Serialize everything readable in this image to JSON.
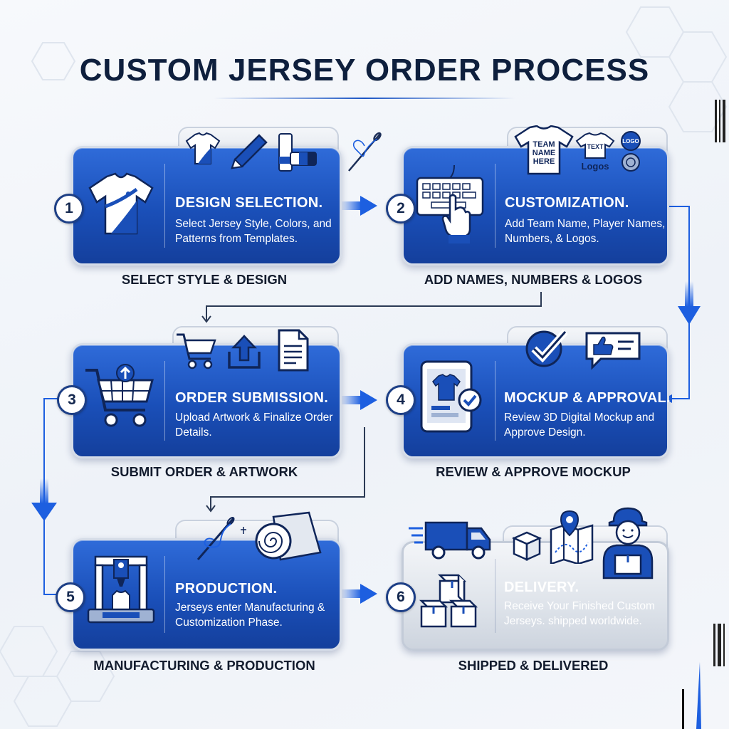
{
  "title": "CUSTOM JERSEY ORDER PROCESS",
  "steps": [
    {
      "number": "1",
      "title": "DESIGN SELECTION.",
      "description": "Select Jersey Style, Colors, and Patterns from Templates.",
      "caption": "SELECT STYLE & DESIGN",
      "icons": [
        "jersey-icon",
        "pencil-icon",
        "color-swatch-icon"
      ]
    },
    {
      "number": "2",
      "title": "CUSTOMIZATION.",
      "description": "Add Team Name, Player Names, Numbers, & Logos.",
      "caption": "ADD NAMES, NUMBERS & LOGOS",
      "icons": [
        "keyboard-icon",
        "team-name-shirt-icon",
        "text-logos-shirt-icon",
        "logo-badge-icon"
      ],
      "shirt_texts": {
        "team_name": [
          "TEAM",
          "NAME",
          "HERE"
        ],
        "text": "TEXT",
        "logos": "Logos",
        "badge": "LOGO"
      }
    },
    {
      "number": "3",
      "title": "ORDER SUBMISSION.",
      "description": "Upload Artwork & Finalize Order Details.",
      "caption": "SUBMIT ORDER & ARTWORK",
      "icons": [
        "cart-icon",
        "upload-icon",
        "document-icon"
      ]
    },
    {
      "number": "4",
      "title": "MOCKUP & APPROVAL.",
      "description": "Review 3D Digital Mockup and Approve Design.",
      "caption": "REVIEW & APPROVE MOCKUP",
      "icons": [
        "tablet-mockup-icon",
        "checkmark-icon",
        "thumbs-up-icon"
      ]
    },
    {
      "number": "5",
      "title": "PRODUCTION.",
      "description": "Jerseys enter Manufacturing & Customization Phase.",
      "caption": "MANUFACTURING & PRODUCTION",
      "icons": [
        "printer-machine-icon",
        "needle-thread-icon",
        "fabric-roll-icon"
      ]
    },
    {
      "number": "6",
      "title": "DELIVERY.",
      "description": "Receive Your Finished Custom Jerseys. shipped worldwide.",
      "caption": "SHIPPED & DELIVERED",
      "icons": [
        "boxes-icon",
        "truck-icon",
        "box-icon",
        "map-icon",
        "delivery-person-icon"
      ]
    }
  ],
  "colors": {
    "primary_blue": "#1a4fb8",
    "dark_navy": "#0e1f3d",
    "arrow_blue": "#1d5fe0"
  }
}
